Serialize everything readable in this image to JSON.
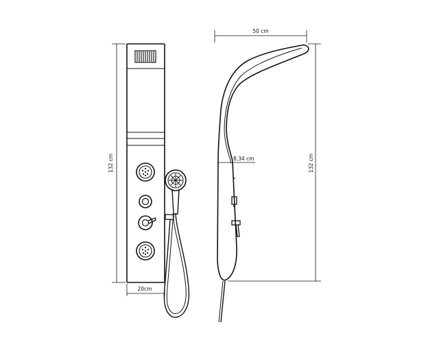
{
  "dimensions": {
    "front_height": "132 cm",
    "front_width": "20cm",
    "side_width": "50 cm",
    "side_height": "132 cm",
    "side_depth": "8,34 cm"
  },
  "colors": {
    "stroke": "#111111",
    "background": "#ffffff"
  }
}
